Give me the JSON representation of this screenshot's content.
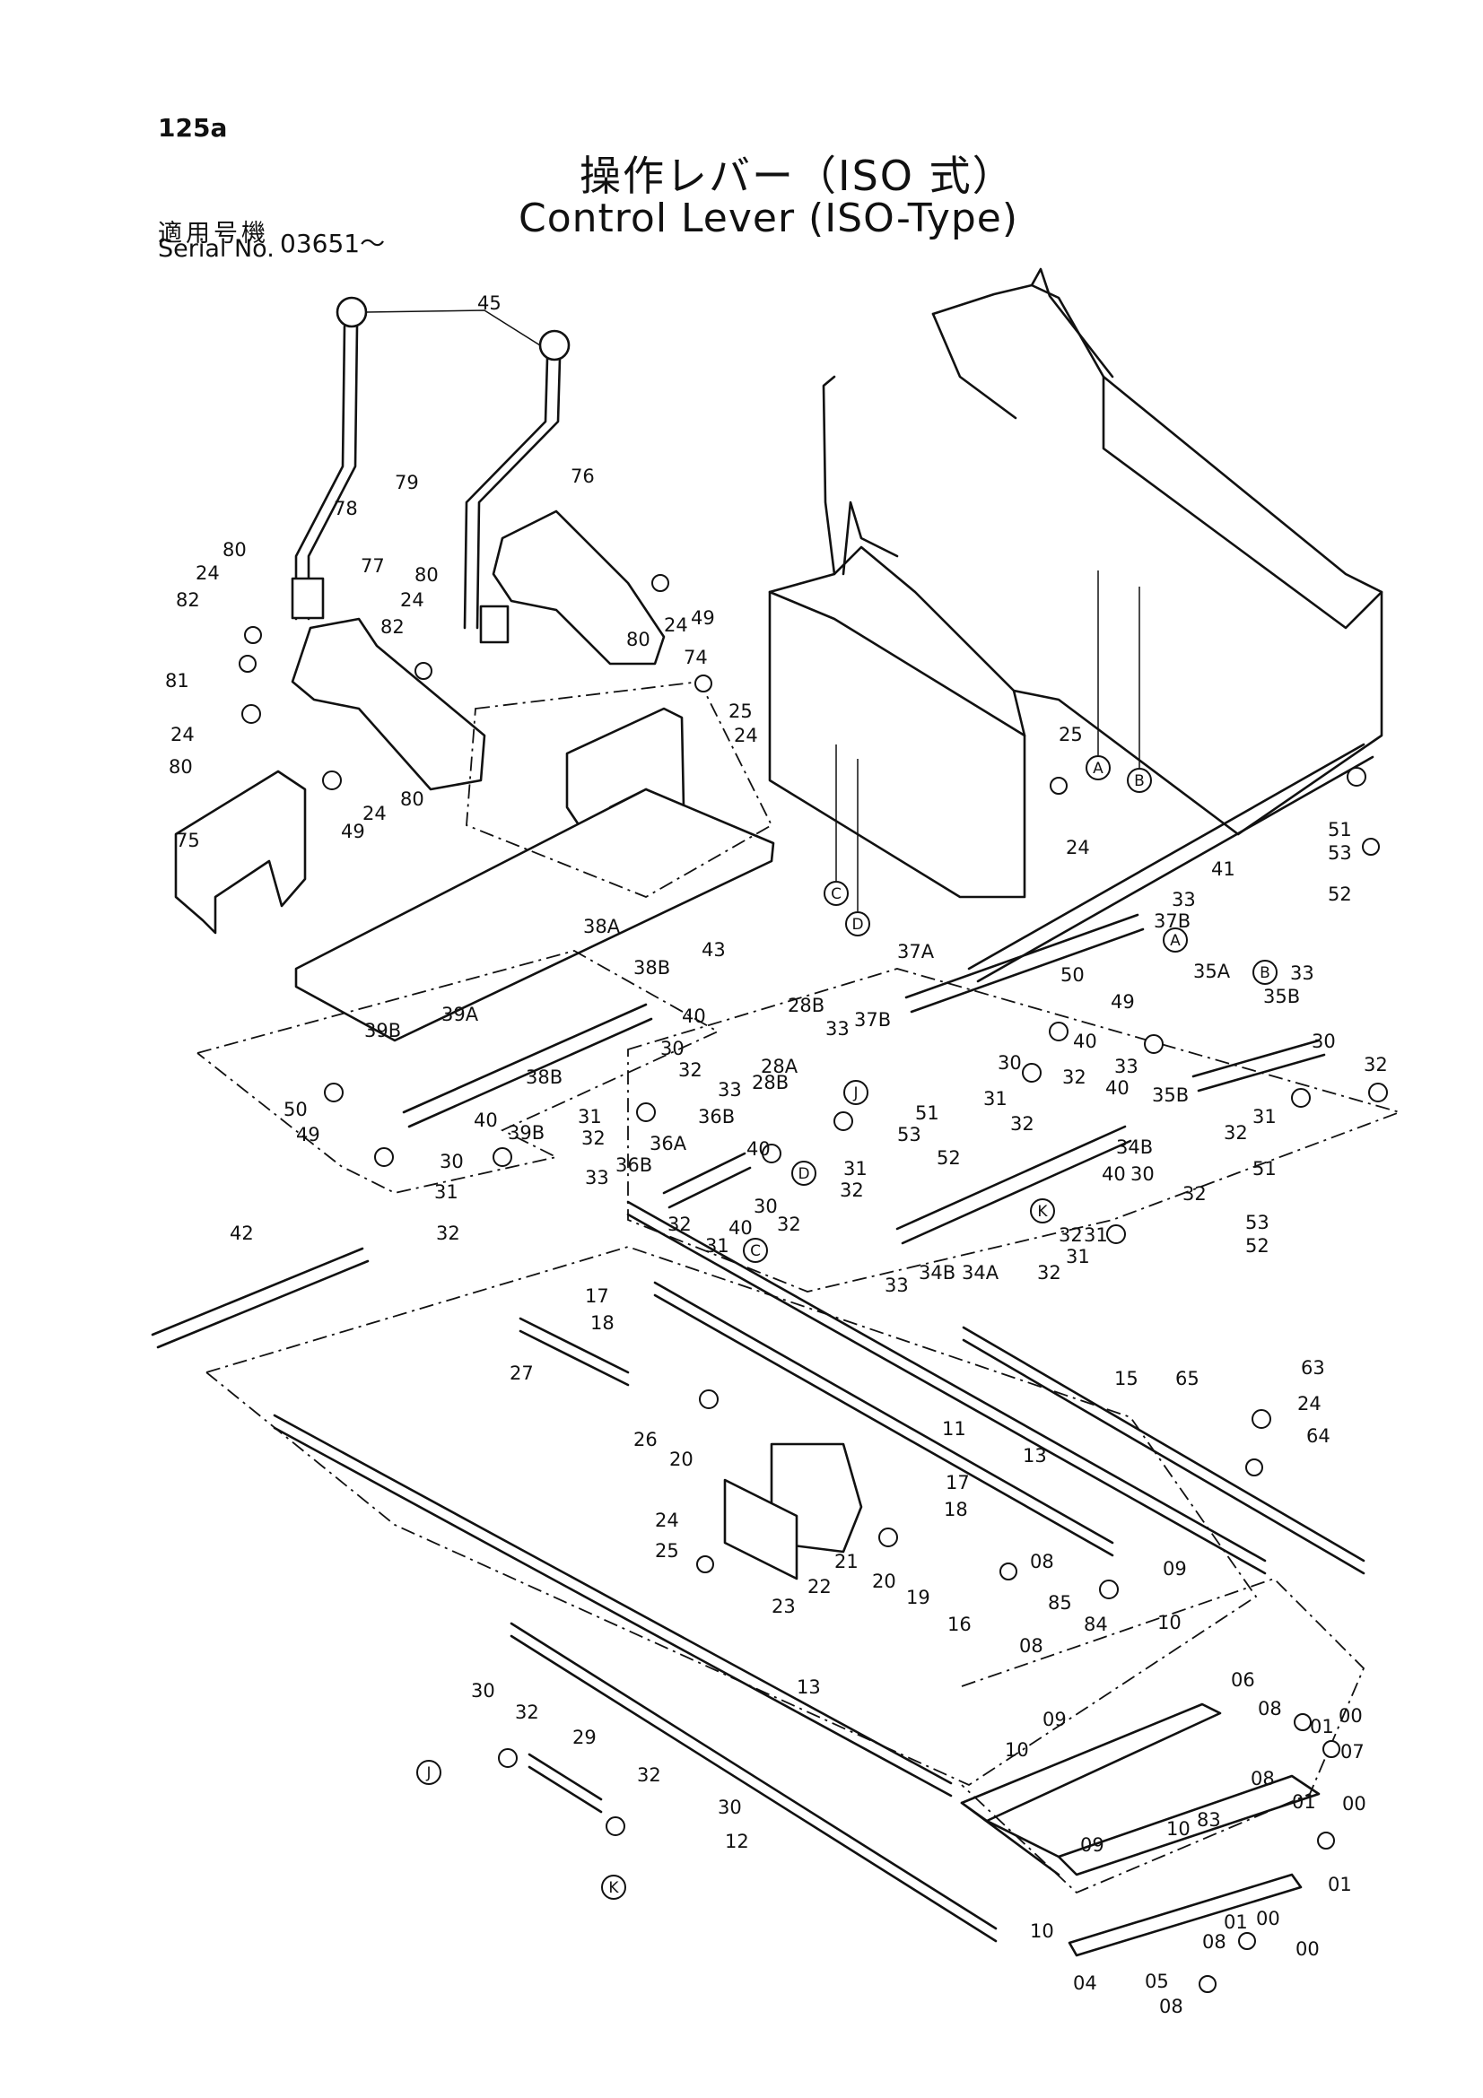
{
  "page_number": "125a",
  "title_jp": "操作レバー（ISO 式）",
  "title_en": "Control Lever (ISO-Type)",
  "serial_label_jp": "適用号機",
  "serial_label_en": "Serial No.",
  "serial_value": "03651～",
  "callouts": [
    "45",
    "78",
    "79",
    "76",
    "77",
    "80",
    "24",
    "82",
    "49",
    "81",
    "74",
    "25",
    "75",
    "43",
    "38A",
    "38B",
    "39A",
    "39B",
    "50",
    "40",
    "30",
    "32",
    "31",
    "41",
    "51",
    "53",
    "52",
    "37A",
    "37B",
    "33",
    "28A",
    "28B",
    "36A",
    "36B",
    "35A",
    "35B",
    "34A",
    "34B",
    "42",
    "17",
    "18",
    "27",
    "26",
    "20",
    "11",
    "13",
    "15",
    "65",
    "63",
    "64",
    "21",
    "22",
    "23",
    "19",
    "16",
    "08",
    "84",
    "85",
    "09",
    "10",
    "06",
    "07",
    "01",
    "00",
    "83",
    "05",
    "04",
    "12",
    "29"
  ],
  "reference_marks": [
    "A",
    "B",
    "C",
    "D",
    "J",
    "K"
  ]
}
